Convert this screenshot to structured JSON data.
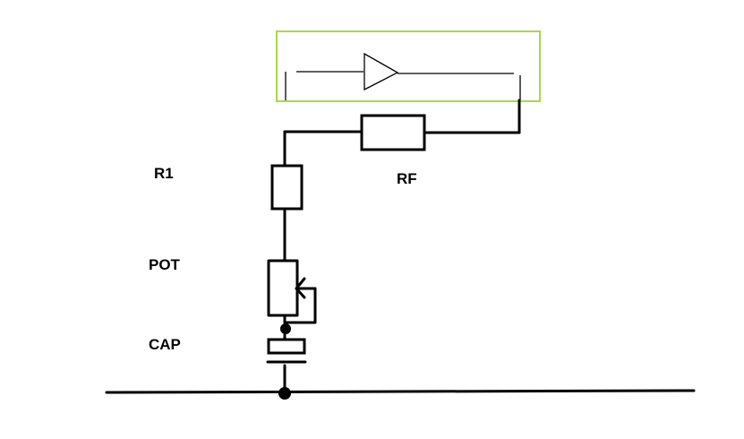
{
  "labels": {
    "r1": "R1",
    "rf": "RF",
    "pot": "POT",
    "cap": "CAP"
  },
  "colors": {
    "wire": "#000000",
    "highlight_box": "#a8d84a",
    "background": "#ffffff"
  },
  "components": [
    {
      "id": "amplifier",
      "kind": "op-amp triangle"
    },
    {
      "id": "rf",
      "kind": "resistor"
    },
    {
      "id": "r1",
      "kind": "resistor"
    },
    {
      "id": "pot",
      "kind": "potentiometer"
    },
    {
      "id": "cap",
      "kind": "capacitor"
    },
    {
      "id": "ground",
      "kind": "ground rail"
    }
  ]
}
